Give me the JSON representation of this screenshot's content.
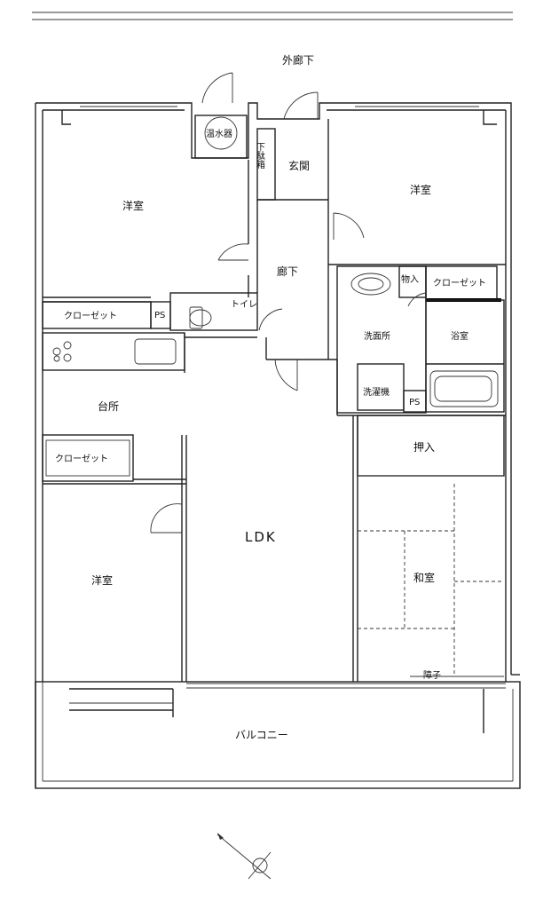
{
  "rooms": {
    "outer_corridor": "外廊下",
    "western_room_nw": "洋室",
    "western_room_ne": "洋室",
    "western_room_sw": "洋室",
    "entrance": "玄関",
    "shoe_cabinet": "下駄箱",
    "water_heater": "温水器",
    "hallway": "廊下",
    "closet_west": "クローゼット",
    "closet_ne": "クローゼット",
    "closet_sw": "クローゼット",
    "ps_1": "PS",
    "ps_2": "PS",
    "toilet": "トイレ",
    "storage_small": "物入",
    "washroom": "洗面所",
    "bathroom": "浴室",
    "washing_machine": "洗濯機",
    "kitchen": "台所",
    "ldk": "LDK",
    "oshiire": "押入",
    "japanese_room": "和室",
    "shoji": "障子",
    "balcony": "バルコニー"
  }
}
